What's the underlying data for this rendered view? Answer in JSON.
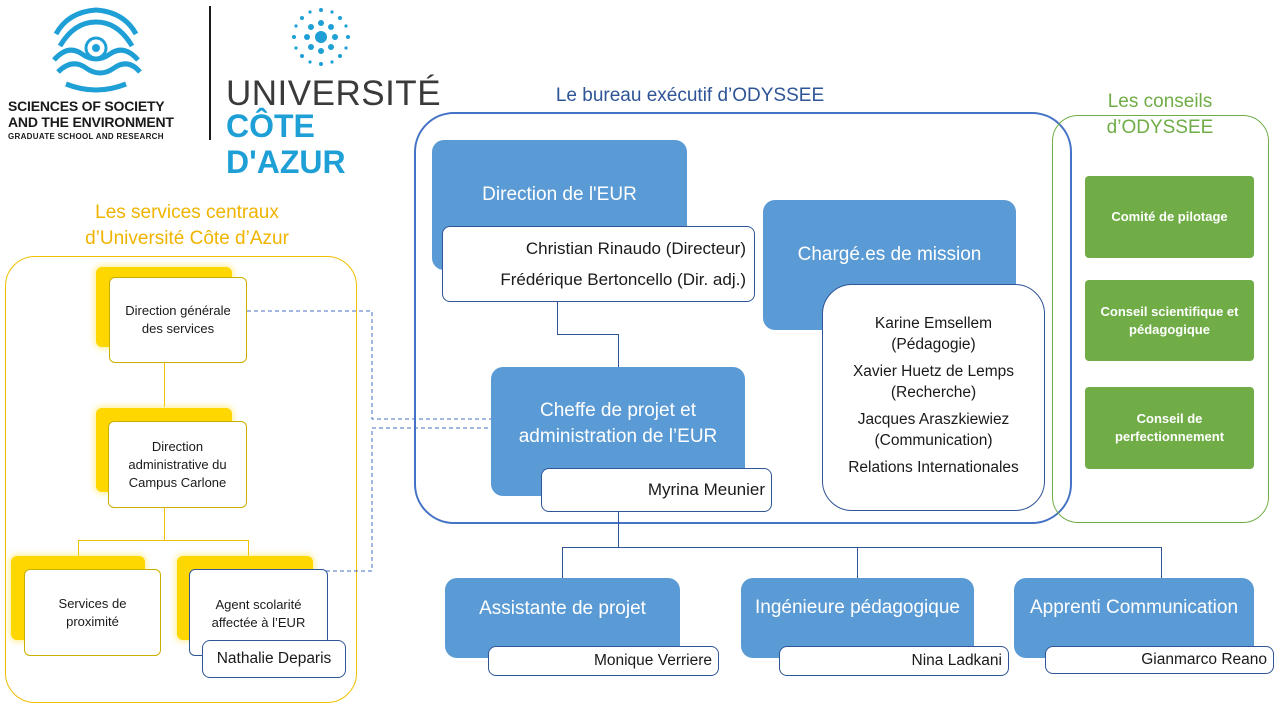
{
  "logos": {
    "sse_line1": "SCIENCES OF SOCIETY",
    "sse_line2": "AND THE ENVIRONMENT",
    "sse_line3": "GRADUATE SCHOOL AND RESEARCH",
    "uca_line1": "UNIVERSITÉ",
    "uca_line2": "CÔTE D'AZUR"
  },
  "bureau": {
    "title": "Le bureau exécutif d’ODYSSEE",
    "direction": {
      "label": "Direction de l'EUR",
      "people": [
        "Christian Rinaudo (Directeur)",
        "Frédérique Bertoncello (Dir. adj.)"
      ]
    },
    "charges": {
      "label": "Chargé.es de mission",
      "people": [
        "Karine Emsellem (Pédagogie)",
        "Xavier Huetz de Lemps (Recherche)",
        "Jacques Araszkiewiez (Communication)",
        "Relations Internationales"
      ]
    },
    "cheffe": {
      "label": "Cheffe de projet et administration de l’EUR",
      "person": "Myrina Meunier"
    }
  },
  "staff": [
    {
      "label": "Assistante de projet",
      "person": "Monique Verriere"
    },
    {
      "label": "Ingénieure pédagogique",
      "person": "Nina Ladkani"
    },
    {
      "label": "Apprenti Communication",
      "person": "Gianmarco Reano"
    }
  ],
  "conseils": {
    "title": "Les conseils d’ODYSSEE",
    "items": [
      "Comité de pilotage",
      "Conseil scientifique et pédagogique",
      "Conseil de perfectionnement"
    ]
  },
  "services": {
    "title": "Les services centraux d’Université Côte d’Azur",
    "dgs": "Direction générale des services",
    "campus": "Direction administrative du Campus Carlone",
    "proximite": "Services de proximité",
    "agent": "Agent scolarité affectée à l’EUR",
    "agent_person": "Nathalie Deparis"
  },
  "colors": {
    "blue": "#5b9bd5",
    "dark_blue": "#2f5597",
    "green": "#70ad47",
    "yellow": "#ffd700",
    "teal": "#1e9fd6"
  }
}
